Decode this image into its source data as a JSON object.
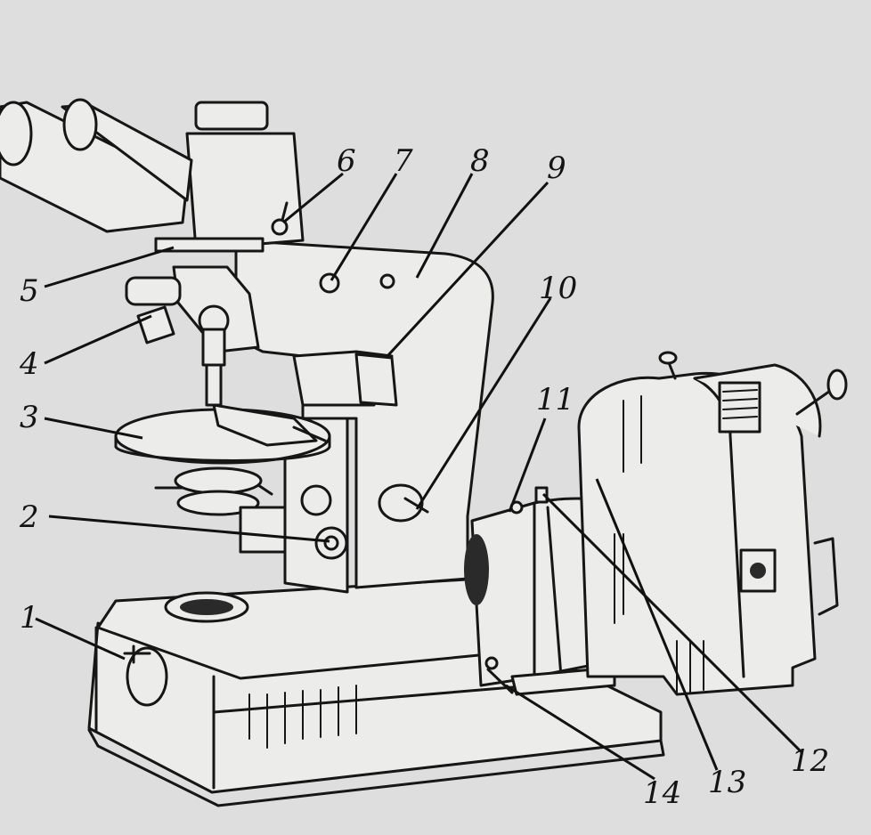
{
  "figure": {
    "background": "#dedede",
    "ink": "#161616",
    "callouts": [
      "1",
      "2",
      "3",
      "4",
      "5",
      "6",
      "7",
      "8",
      "9",
      "10",
      "11",
      "12",
      "13",
      "14"
    ]
  }
}
